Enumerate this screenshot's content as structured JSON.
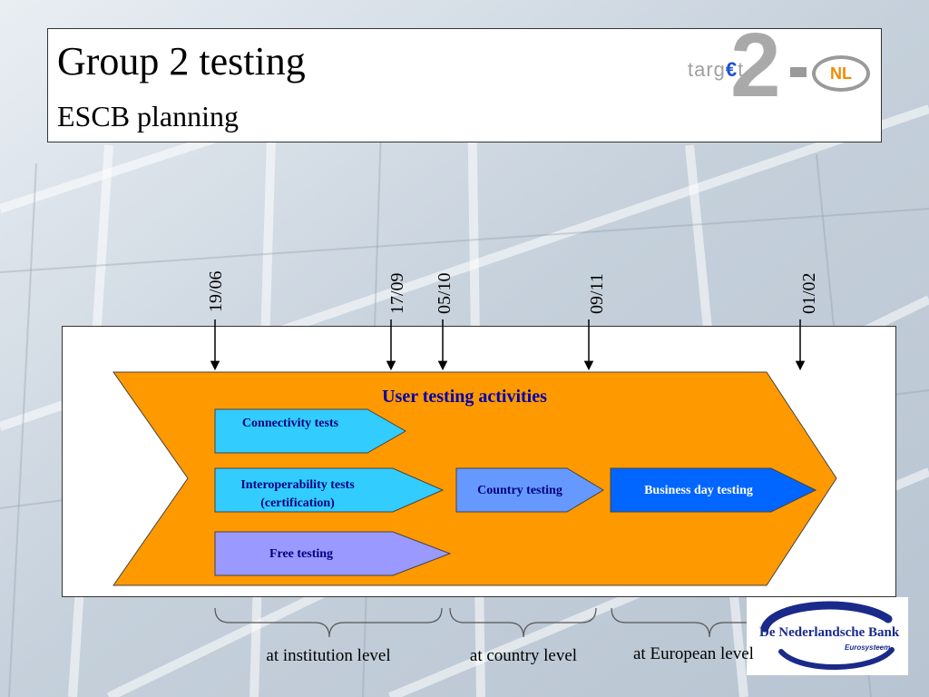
{
  "slide": {
    "title": "Group 2 testing",
    "subtitle": "ESCB planning"
  },
  "logo_target": {
    "text_prefix": "targ",
    "text_euro": "€",
    "text_suffix": "t",
    "number": "2",
    "country": "NL",
    "accent_color": "#f08c00"
  },
  "timeline": {
    "dates": [
      "19/06",
      "17/09",
      "05/10",
      "09/11",
      "01/02"
    ]
  },
  "activities": {
    "heading": "User testing activities",
    "connectivity": "Connectivity tests",
    "interoperability_line1": "Interoperability tests",
    "interoperability_line2": "(certification)",
    "free": "Free testing",
    "country": "Country testing",
    "business_day": "Business day testing"
  },
  "levels": {
    "institution": "at institution level",
    "country": "at country level",
    "european": "at European level"
  },
  "dnb_logo": {
    "name": "De Nederlandsche Bank",
    "sub": "Eurosysteem"
  },
  "colors": {
    "main_arrow": "#ff9900",
    "light_cyan": "#33ccff",
    "violet": "#9999ff",
    "country_blue": "#6699ff",
    "business_blue": "#0066ff"
  }
}
